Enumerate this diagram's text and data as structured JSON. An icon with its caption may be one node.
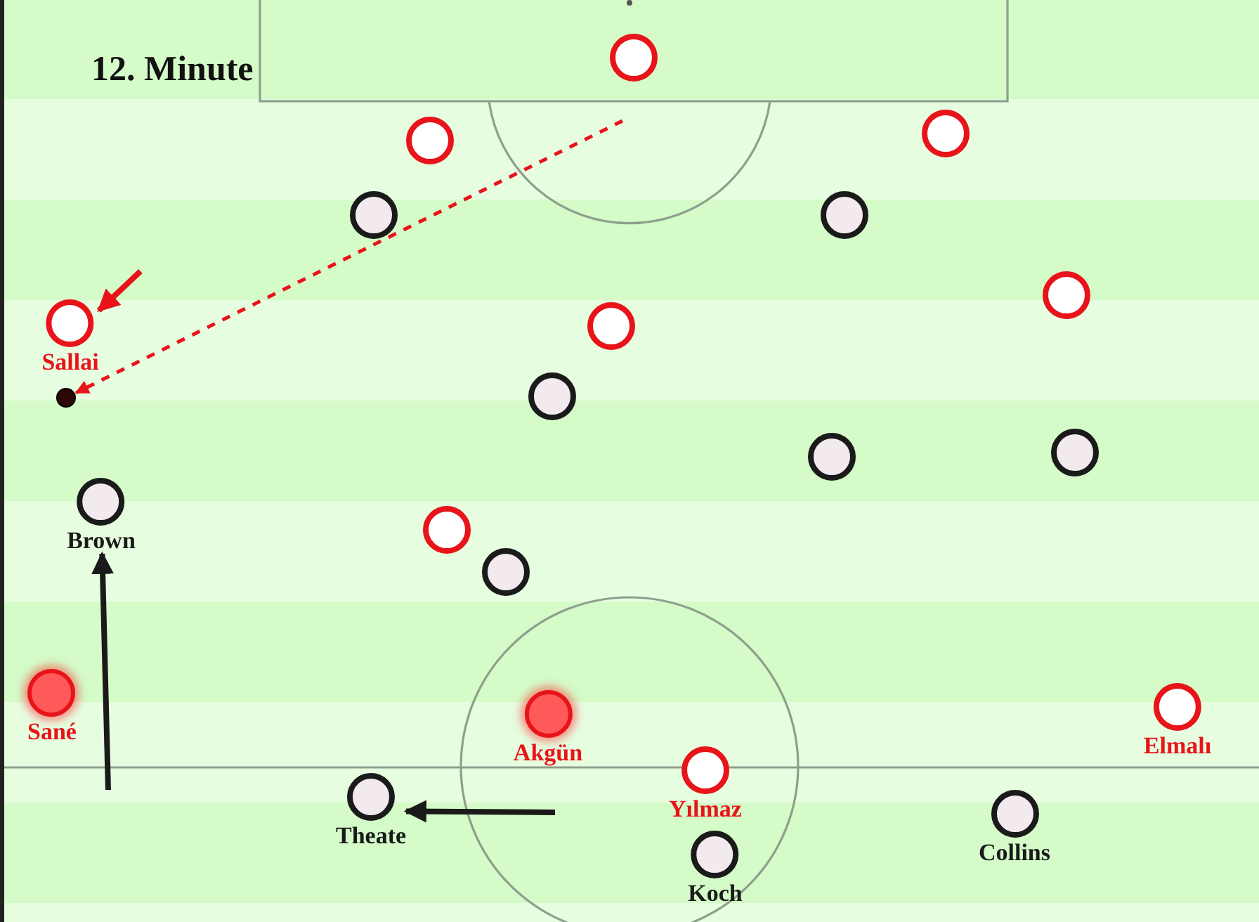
{
  "diagram": {
    "title": "12. Minute",
    "nodes": [
      {
        "text": [],
        "shape": "circle"
      },
      {
        "text": [],
        "shape": "circle"
      },
      {
        "text": [],
        "shape": "circle"
      },
      {
        "text": [],
        "shape": "circle"
      },
      {
        "text": [],
        "shape": "circle"
      },
      {
        "text": [
          "Sallai"
        ]
      },
      {
        "text": [],
        "shape": "circle"
      },
      {
        "text": [],
        "shape": "circle"
      },
      {
        "text": [],
        "shape": "circle"
      },
      {
        "text": [],
        "shape": "circle"
      },
      {
        "text": [],
        "shape": "circle"
      },
      {
        "text": [],
        "shape": "circle"
      },
      {
        "text": [
          "Brown"
        ]
      },
      {
        "text": [],
        "shape": "circle"
      },
      {
        "text": [],
        "shape": "circle"
      },
      {
        "text": [
          "Sané"
        ]
      },
      {
        "text": [
          "Akgün"
        ]
      },
      {
        "text": [
          "Elmalı"
        ]
      },
      {
        "text": [
          "Yılmaz"
        ]
      },
      {
        "text": [
          "Theate"
        ]
      },
      {
        "text": [
          "Collins"
        ]
      },
      {
        "text": [
          "Koch"
        ]
      }
    ],
    "edges": [
      {
        "from": null,
        "to": 8,
        "arrow": "to",
        "style": "dashed",
        "color": "#e8141a"
      },
      {
        "from": null,
        "to": 5,
        "arrow": "to",
        "color": "#e8141a"
      },
      {
        "from": null,
        "to": 12,
        "arrow": "to",
        "color": "#1a1a1a"
      },
      {
        "from": null,
        "to": 19,
        "arrow": "to",
        "color": "#1a1a1a"
      }
    ]
  }
}
